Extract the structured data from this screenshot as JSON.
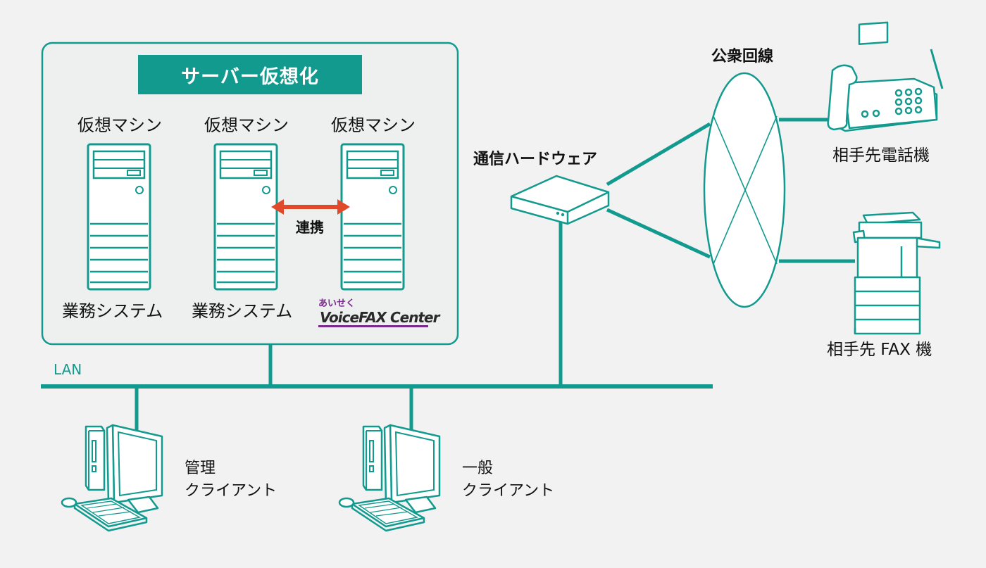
{
  "server_virtualization": {
    "title": "サーバー仮想化",
    "vm_label": "仮想マシン",
    "system_label": "業務システム",
    "link_label": "連携",
    "product_logo": {
      "kana": "あいせく",
      "text": "VoiceFAX Center"
    }
  },
  "network": {
    "lan_label": "LAN",
    "comm_hardware_label": "通信ハードウェア",
    "public_line_label": "公衆回線"
  },
  "destinations": {
    "phone_label": "相手先電話機",
    "fax_label": "相手先 FAX 機"
  },
  "clients": {
    "admin": {
      "line1": "管理",
      "line2": "クライアント"
    },
    "general": {
      "line1": "一般",
      "line2": "クライアント"
    }
  },
  "colors": {
    "accent": "#139a8f",
    "link_arrow": "#e04a2b",
    "logo_purple": "#7a2a8c",
    "background": "#f2f2f2"
  }
}
